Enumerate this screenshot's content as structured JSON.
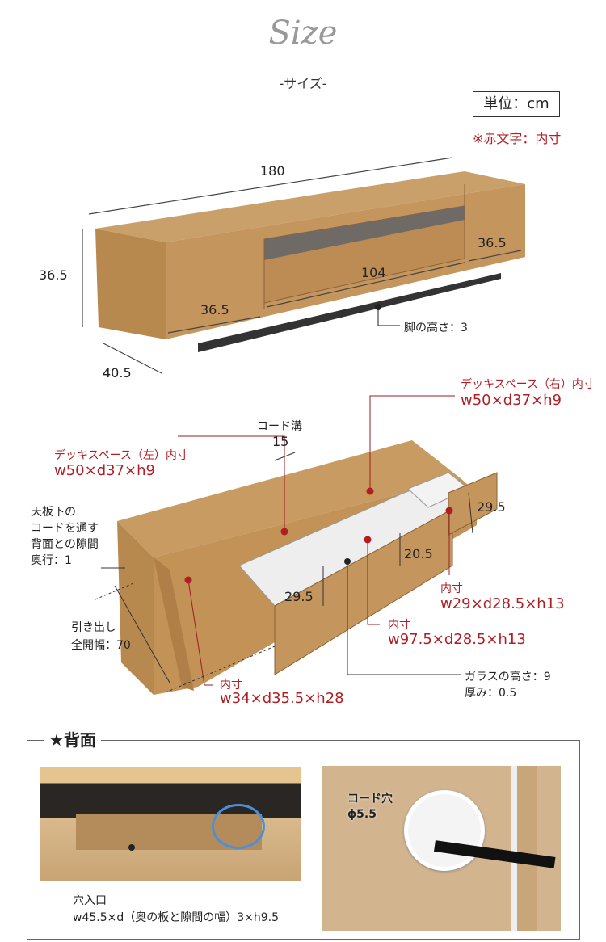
{
  "header": {
    "script_title": "Size",
    "subtitle": "-サイズ-",
    "unit": "単位：cm",
    "note": "※赤文字：内寸"
  },
  "overview": {
    "width": "180",
    "height": "36.5",
    "depth": "40.5",
    "center_width": "104",
    "left_width": "36.5",
    "right_width": "36.5",
    "leg_height": "脚の高さ：3"
  },
  "detail": {
    "deck_right_title": "デッキスペース（右）内寸",
    "deck_right_dims": "w50×d37×h9",
    "cord_groove_title": "コード溝",
    "cord_groove_value": "15",
    "deck_left_title": "デッキスペース（左）内寸",
    "deck_left_dims": "w50×d37×h9",
    "back_gap": [
      "天板下の",
      "コードを通す",
      "背面との隙間",
      "奥行：1"
    ],
    "drawer_height_right": "29.5",
    "drawer_height_center": "20.5",
    "drawer_height_left": "29.5",
    "right_drawer_label": "内寸",
    "right_drawer_dims": "w29×d28.5×h13",
    "center_drawer_label": "内寸",
    "center_drawer_dims": "w97.5×d28.5×h13",
    "open_width": [
      "引き出し",
      "全開幅：70"
    ],
    "left_cabinet_label": "内寸",
    "left_cabinet_dims": "w34×d35.5×h28",
    "glass": [
      "ガラスの高さ：9",
      "厚み：0.5"
    ]
  },
  "back": {
    "title": "★背面",
    "hole_label": "穴入口",
    "hole_dims": "w45.5×d（奥の板と隙間の幅）3×h9.5",
    "cord_hole_label": "コード穴",
    "cord_hole_dims": "ϕ5.5"
  },
  "colors": {
    "red": "#b01e23",
    "wood": "#c4955c",
    "wood_dark": "#a97a45"
  }
}
